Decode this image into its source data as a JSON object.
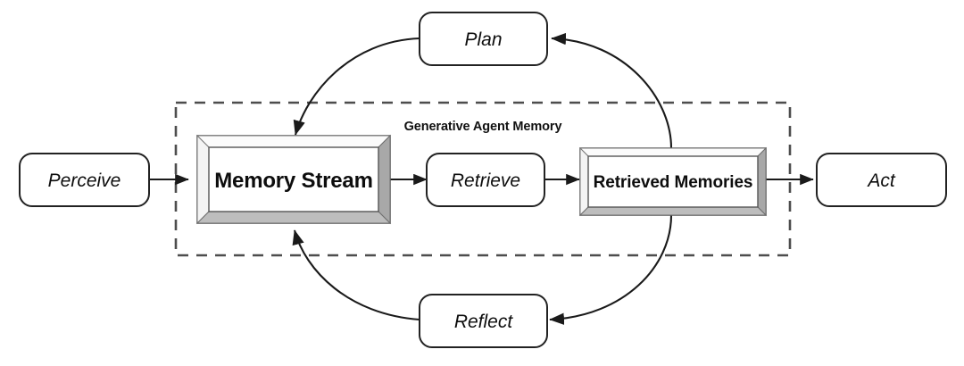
{
  "diagram": {
    "title": "Generative Agent Memory",
    "background_color": "#ffffff",
    "stroke_color": "#1a1a1a",
    "dashed_border_color": "#4d4d4d",
    "bevel_light_color": "#f2f2f2",
    "bevel_shadow_color": "#a6a6a6",
    "group_label": "Generative Agent Memory",
    "nodes": {
      "perceive": {
        "label": "Perceive",
        "style": "rounded",
        "text_style": "italic"
      },
      "memory_stream": {
        "label": "Memory Stream",
        "style": "beveled-frame",
        "text_style": "bold"
      },
      "retrieve": {
        "label": "Retrieve",
        "style": "rounded",
        "text_style": "italic"
      },
      "retrieved_memories": {
        "label": "Retrieved Memories",
        "style": "beveled-frame",
        "text_style": "bold"
      },
      "act": {
        "label": "Act",
        "style": "rounded",
        "text_style": "italic"
      },
      "plan": {
        "label": "Plan",
        "style": "rounded",
        "text_style": "italic"
      },
      "reflect": {
        "label": "Reflect",
        "style": "rounded",
        "text_style": "italic"
      }
    },
    "edges": [
      {
        "from": "perceive",
        "to": "memory_stream",
        "shape": "straight",
        "arrow": "to"
      },
      {
        "from": "memory_stream",
        "to": "retrieve",
        "shape": "straight",
        "arrow": "to"
      },
      {
        "from": "retrieve",
        "to": "retrieved_memories",
        "shape": "straight",
        "arrow": "to"
      },
      {
        "from": "retrieved_memories",
        "to": "act",
        "shape": "straight",
        "arrow": "to"
      },
      {
        "from": "retrieved_memories",
        "to": "plan",
        "shape": "curve",
        "arrow": "to"
      },
      {
        "from": "plan",
        "to": "memory_stream",
        "shape": "curve",
        "arrow": "to"
      },
      {
        "from": "retrieved_memories",
        "to": "reflect",
        "shape": "curve",
        "arrow": "to"
      },
      {
        "from": "reflect",
        "to": "memory_stream",
        "shape": "curve",
        "arrow": "to"
      }
    ]
  }
}
